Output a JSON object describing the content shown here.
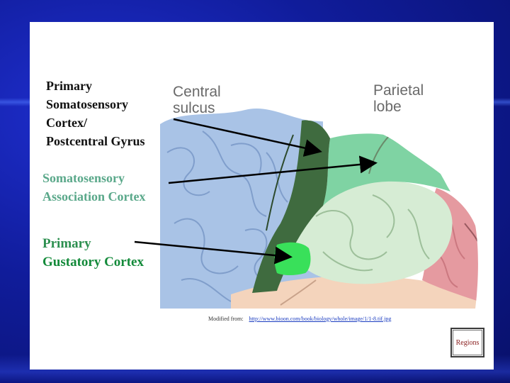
{
  "labels": {
    "primary_somatosensory": [
      "Primary",
      "Somatosensory",
      "Cortex/",
      "Postcentral Gyrus"
    ],
    "somatosensory_association": [
      "Somatosensory",
      "Association Cortex"
    ],
    "primary_gustatory": [
      "Primary",
      "Gustatory Cortex"
    ],
    "central_sulcus": [
      "Central",
      "sulcus"
    ],
    "parietal_lobe": [
      "Parietal",
      "lobe"
    ]
  },
  "credit": {
    "prefix": "Modified from:",
    "url": "http://www.bioon.com/book/biology/whole/image/1/1-8.tif.jpg"
  },
  "regions_button": "Regions",
  "colors": {
    "postcentral_gyrus": "#3f6b3f",
    "association_cortex": "#7fd3a3",
    "gustatory_cortex": "#39e05a",
    "frontal_lobe": "#a9c3e6",
    "temporal_lobe": "#f4d4bc",
    "occipital_lobe": "#e59aa0",
    "parietal_lobe": "#d6ecd4"
  }
}
